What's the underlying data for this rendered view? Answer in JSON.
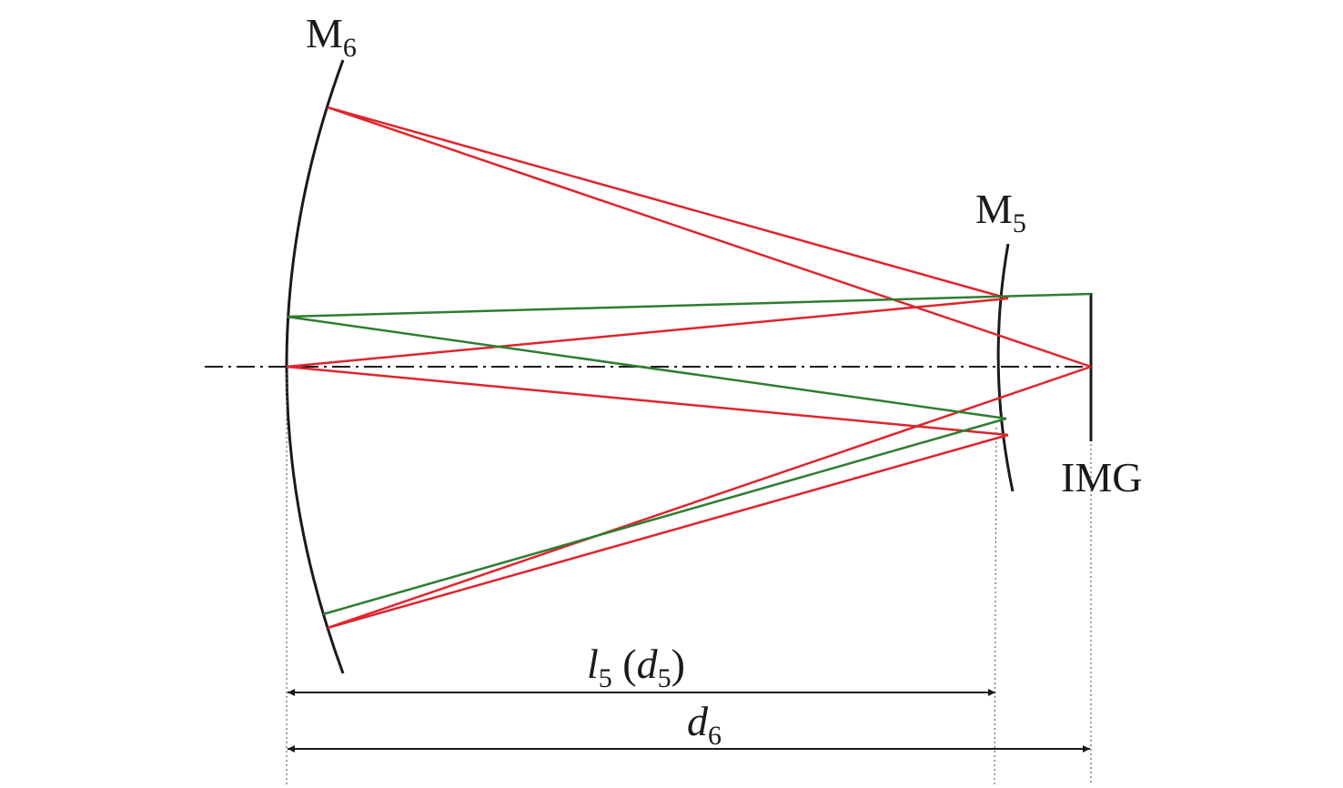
{
  "labels": {
    "mirror6": {
      "main": "M",
      "sub": "6"
    },
    "mirror5": {
      "main": "M",
      "sub": "5"
    },
    "image": "IMG",
    "dim_l5": {
      "l": "l",
      "l_sub": "5",
      "open": " (",
      "d": "d",
      "d_sub": "5",
      "close": ")"
    },
    "dim_d6": {
      "d": "d",
      "d_sub": "6"
    }
  },
  "colors": {
    "mirror": "#1a1a1a",
    "ray_red": "#e0242c",
    "ray_green": "#2e7d32",
    "axis": "#1a1a1a"
  }
}
